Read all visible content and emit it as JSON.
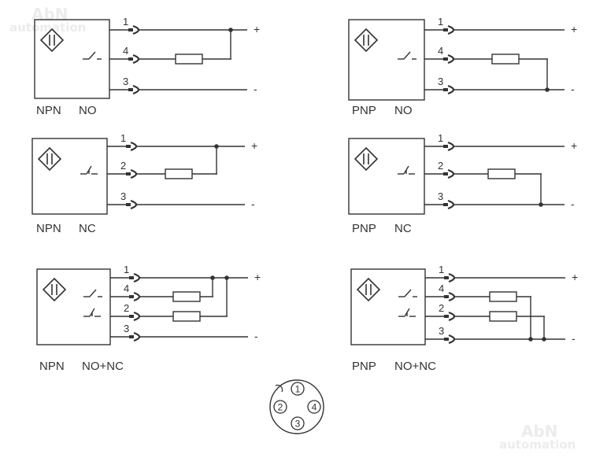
{
  "watermark": {
    "brand": "AbN",
    "sub": "automation"
  },
  "diagrams": [
    {
      "type_label": "NPN",
      "mode_label": "NO",
      "pins": [
        {
          "num": "1",
          "sign": "+"
        },
        {
          "num": "4",
          "sign": ""
        },
        {
          "num": "3",
          "sign": "-"
        }
      ],
      "switch_kind": "no",
      "load_to": "positive"
    },
    {
      "type_label": "PNP",
      "mode_label": "NO",
      "pins": [
        {
          "num": "1",
          "sign": "+"
        },
        {
          "num": "4",
          "sign": ""
        },
        {
          "num": "3",
          "sign": "-"
        }
      ],
      "switch_kind": "no",
      "load_to": "negative"
    },
    {
      "type_label": "NPN",
      "mode_label": "NC",
      "pins": [
        {
          "num": "1",
          "sign": "+"
        },
        {
          "num": "2",
          "sign": ""
        },
        {
          "num": "3",
          "sign": "-"
        }
      ],
      "switch_kind": "nc",
      "load_to": "positive"
    },
    {
      "type_label": "PNP",
      "mode_label": "NC",
      "pins": [
        {
          "num": "1",
          "sign": "+"
        },
        {
          "num": "2",
          "sign": ""
        },
        {
          "num": "3",
          "sign": "-"
        }
      ],
      "switch_kind": "nc",
      "load_to": "negative"
    },
    {
      "type_label": "NPN",
      "mode_label": "NO+NC",
      "pins": [
        {
          "num": "1",
          "sign": "+"
        },
        {
          "num": "4",
          "sign": ""
        },
        {
          "num": "2",
          "sign": ""
        },
        {
          "num": "3",
          "sign": "-"
        }
      ],
      "switch_kind": "dual",
      "load_to": "positive"
    },
    {
      "type_label": "PNP",
      "mode_label": "NO+NC",
      "pins": [
        {
          "num": "1",
          "sign": "+"
        },
        {
          "num": "4",
          "sign": ""
        },
        {
          "num": "2",
          "sign": ""
        },
        {
          "num": "3",
          "sign": "-"
        }
      ],
      "switch_kind": "dual",
      "load_to": "negative"
    }
  ],
  "connector": {
    "pins": [
      "1",
      "2",
      "4",
      "3"
    ]
  }
}
